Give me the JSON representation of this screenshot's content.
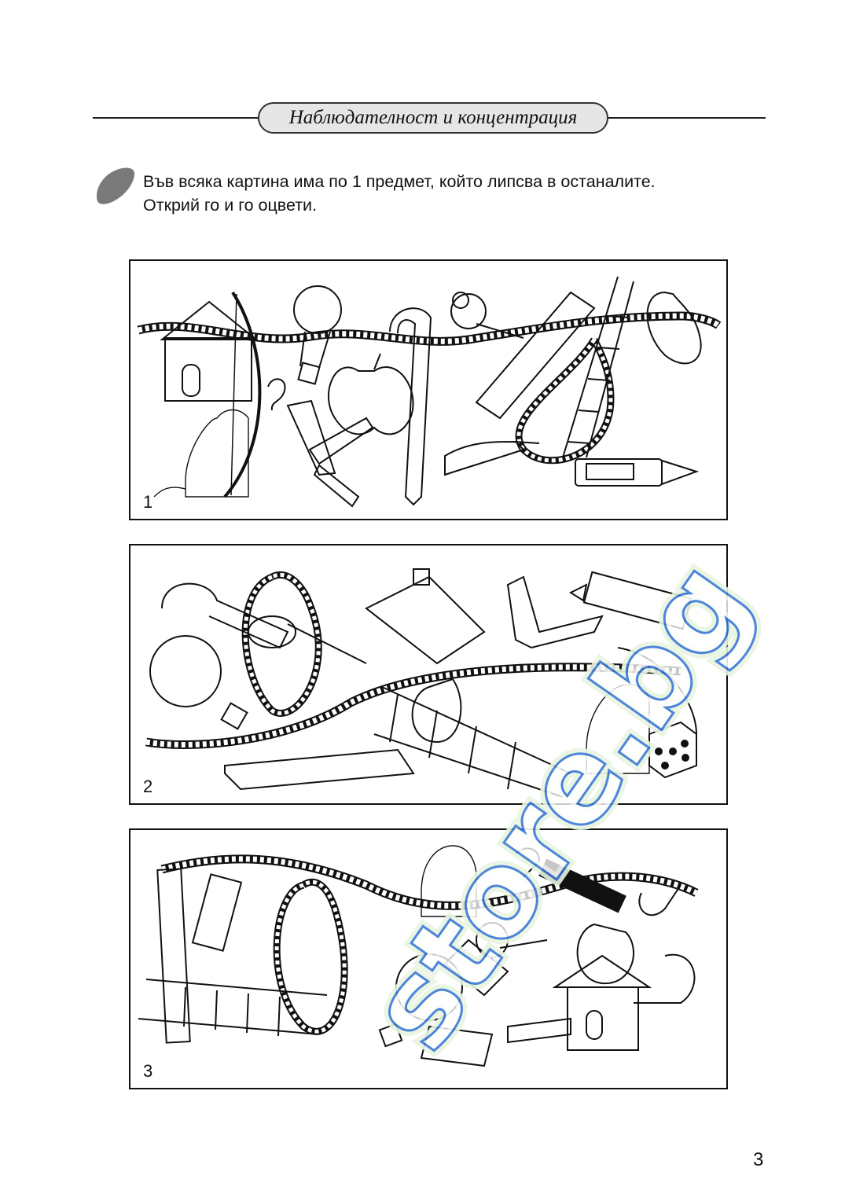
{
  "header": {
    "title": "Наблюдателност и концентрация"
  },
  "task": {
    "line1": "Във всяка картина има по 1 предмет, който липсва в останалите.",
    "line2": "Открий го и го оцвети."
  },
  "panels": [
    {
      "number": "1"
    },
    {
      "number": "2"
    },
    {
      "number": "3"
    }
  ],
  "page_number": "3",
  "watermark": {
    "text": "store.bg",
    "colors": {
      "letters": "#3a78d6",
      "dot": "#f2d935",
      "bg": "#7ed957"
    }
  }
}
